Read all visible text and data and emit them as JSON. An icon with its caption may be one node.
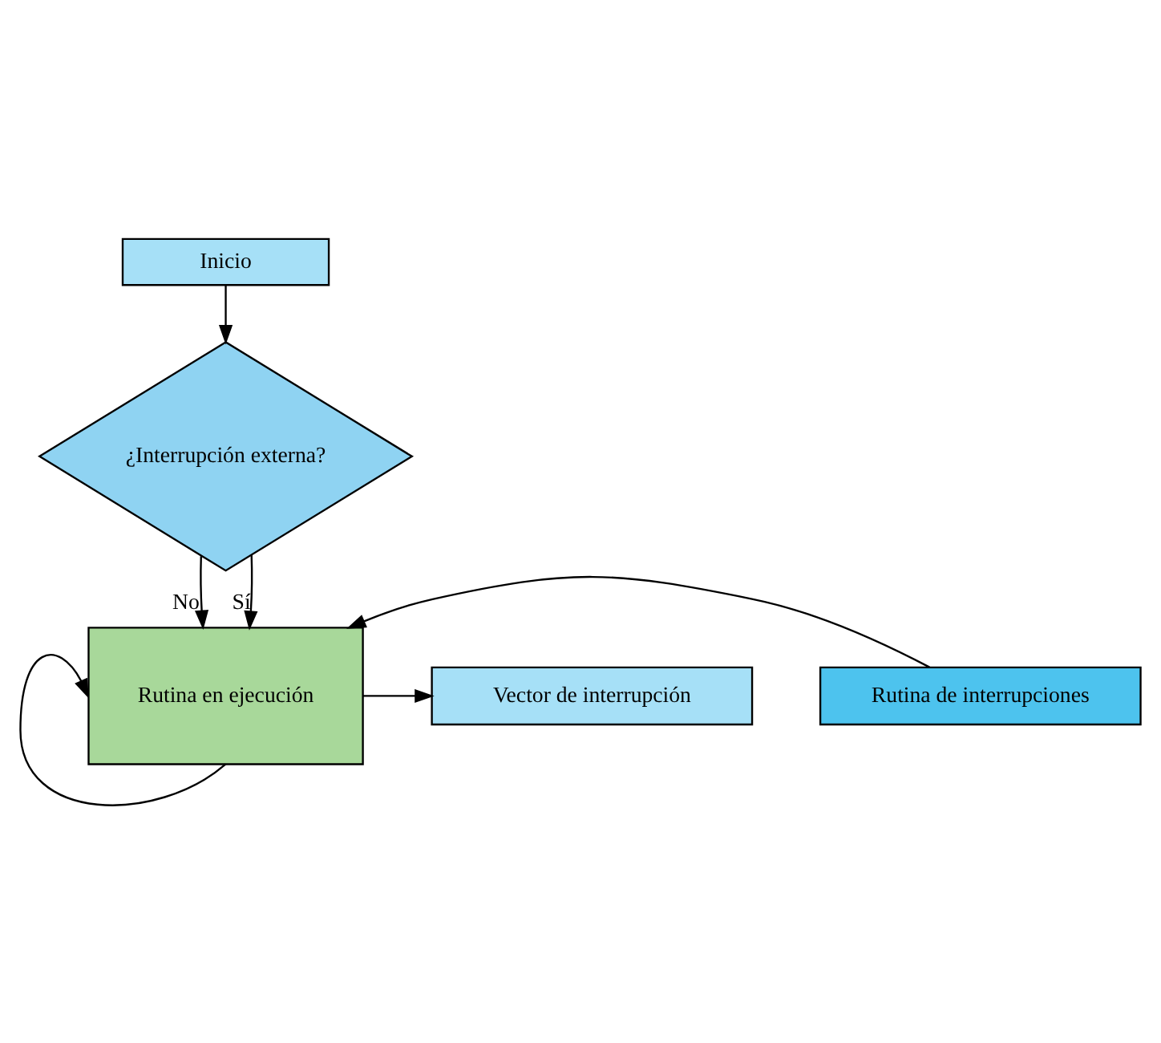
{
  "diagram": {
    "nodes": [
      {
        "text": [
          "Inicio"
        ]
      },
      {
        "text": [
          "¿Interrupción externa?"
        ]
      },
      {
        "text": [
          "Rutina en ejecución"
        ]
      },
      {
        "text": [
          "Vector de interrupción"
        ]
      },
      {
        "text": [
          "Rutina de interrupciones"
        ]
      }
    ],
    "edges": [
      {
        "from": 0,
        "to": 1,
        "arrow": "to"
      },
      {
        "from": 1,
        "to": 2,
        "label": "No",
        "arrow": "to"
      },
      {
        "from": 1,
        "to": 2,
        "label": "Sí",
        "arrow": "to"
      },
      {
        "from": 2,
        "to": 3,
        "arrow": "to"
      },
      {
        "from": 4,
        "to": 2,
        "arrow": "to"
      },
      {
        "from": 2,
        "to": 2,
        "arrow": "to"
      }
    ]
  }
}
